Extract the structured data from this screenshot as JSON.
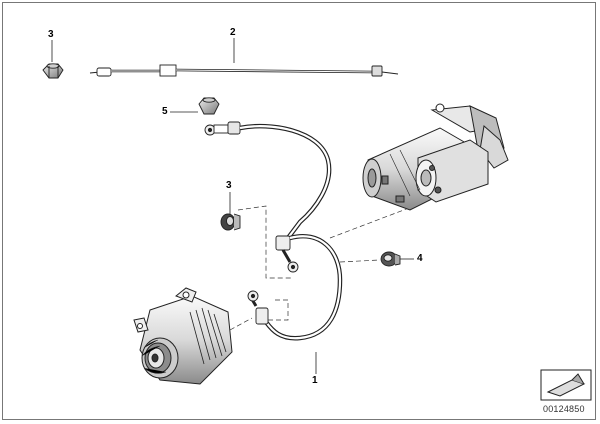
{
  "callouts": {
    "c1": "1",
    "c2": "2",
    "c3_top": "3",
    "c3_mid": "3",
    "c4": "4",
    "c5": "5"
  },
  "document_number": "00124850",
  "icons": {
    "nut": "hex-nut-icon",
    "grommet": "rubber-grommet-icon",
    "starter": "starter-motor-icon",
    "alternator": "alternator-icon",
    "cable": "battery-cable-icon",
    "catalog_mark": "catalog-corner-icon"
  },
  "colors": {
    "line": "#222222",
    "fill_light": "#f2f2f2",
    "fill_mid": "#bdbdbd",
    "fill_dark": "#555555"
  }
}
